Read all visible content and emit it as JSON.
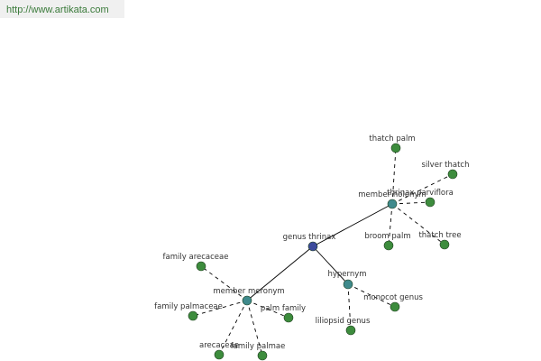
{
  "header": {
    "url": "http://www.artikata.com"
  },
  "colors": {
    "root_node": "#3c4a9c",
    "relation_node": "#3f8a8c",
    "leaf_node": "#3d8c3d",
    "edge": "#000000"
  },
  "graph": {
    "nodes": [
      {
        "id": "genus_thrinax",
        "label": "genus thrinax",
        "kind": "root"
      },
      {
        "id": "member_holonym",
        "label": "member holonym",
        "kind": "relation"
      },
      {
        "id": "hypernym",
        "label": "hypernym",
        "kind": "relation"
      },
      {
        "id": "member_meronym",
        "label": "member meronym",
        "kind": "relation"
      },
      {
        "id": "thatch_palm",
        "label": "thatch palm",
        "kind": "leaf"
      },
      {
        "id": "silver_thatch",
        "label": "silver thatch",
        "kind": "leaf"
      },
      {
        "id": "thrinax_parviflora",
        "label": "thrinax parviflora",
        "kind": "leaf"
      },
      {
        "id": "broom_palm",
        "label": "broom palm",
        "kind": "leaf"
      },
      {
        "id": "thatch_tree",
        "label": "thatch tree",
        "kind": "leaf"
      },
      {
        "id": "monocot_genus",
        "label": "monocot genus",
        "kind": "leaf"
      },
      {
        "id": "liliopsid_genus",
        "label": "liliopsid genus",
        "kind": "leaf"
      },
      {
        "id": "family_arecaceae",
        "label": "family arecaceae",
        "kind": "leaf"
      },
      {
        "id": "family_palmaceae",
        "label": "family palmaceae",
        "kind": "leaf"
      },
      {
        "id": "palm_family",
        "label": "palm family",
        "kind": "leaf"
      },
      {
        "id": "arecaceae",
        "label": "arecaceae",
        "kind": "leaf"
      },
      {
        "id": "family_palmae",
        "label": "family palmae",
        "kind": "leaf"
      }
    ],
    "edges": [
      {
        "from": "genus_thrinax",
        "to": "member_holonym",
        "style": "solid"
      },
      {
        "from": "genus_thrinax",
        "to": "hypernym",
        "style": "solid"
      },
      {
        "from": "genus_thrinax",
        "to": "member_meronym",
        "style": "solid"
      },
      {
        "from": "member_holonym",
        "to": "thatch_palm",
        "style": "dashed"
      },
      {
        "from": "member_holonym",
        "to": "silver_thatch",
        "style": "dashed"
      },
      {
        "from": "member_holonym",
        "to": "thrinax_parviflora",
        "style": "dashed"
      },
      {
        "from": "member_holonym",
        "to": "broom_palm",
        "style": "dashed"
      },
      {
        "from": "member_holonym",
        "to": "thatch_tree",
        "style": "dashed"
      },
      {
        "from": "hypernym",
        "to": "monocot_genus",
        "style": "dashed"
      },
      {
        "from": "hypernym",
        "to": "liliopsid_genus",
        "style": "dashed"
      },
      {
        "from": "member_meronym",
        "to": "family_arecaceae",
        "style": "dashed"
      },
      {
        "from": "member_meronym",
        "to": "family_palmaceae",
        "style": "dashed"
      },
      {
        "from": "member_meronym",
        "to": "palm_family",
        "style": "dashed"
      },
      {
        "from": "member_meronym",
        "to": "arecaceae",
        "style": "dashed"
      },
      {
        "from": "member_meronym",
        "to": "family_palmae",
        "style": "dashed"
      }
    ]
  }
}
